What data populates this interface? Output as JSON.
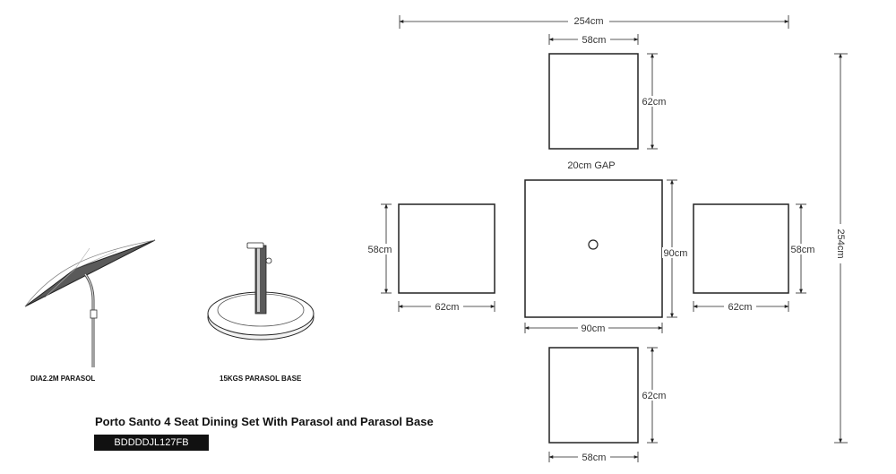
{
  "product": {
    "title": "Porto Santo 4 Seat Dining Set With Parasol and Parasol Base",
    "code": "BDDDDJL127FB"
  },
  "captions": {
    "parasol": "DIA2.2M PARASOL",
    "base": "15KGS PARASOL BASE"
  },
  "dimensions": {
    "overall_width": "254cm",
    "overall_depth": "254cm",
    "gap": "20cm GAP",
    "table_width": "90cm",
    "table_depth": "90cm",
    "top_chair_width": "58cm",
    "top_chair_depth": "62cm",
    "left_chair_depth": "58cm",
    "left_chair_width": "62cm",
    "right_chair_depth": "58cm",
    "right_chair_width": "62cm",
    "bottom_chair_depth": "62cm",
    "bottom_chair_width": "58cm"
  },
  "colors": {
    "line": "#222222",
    "canopy": "#5a5a5a",
    "label_bg": "#111111"
  }
}
